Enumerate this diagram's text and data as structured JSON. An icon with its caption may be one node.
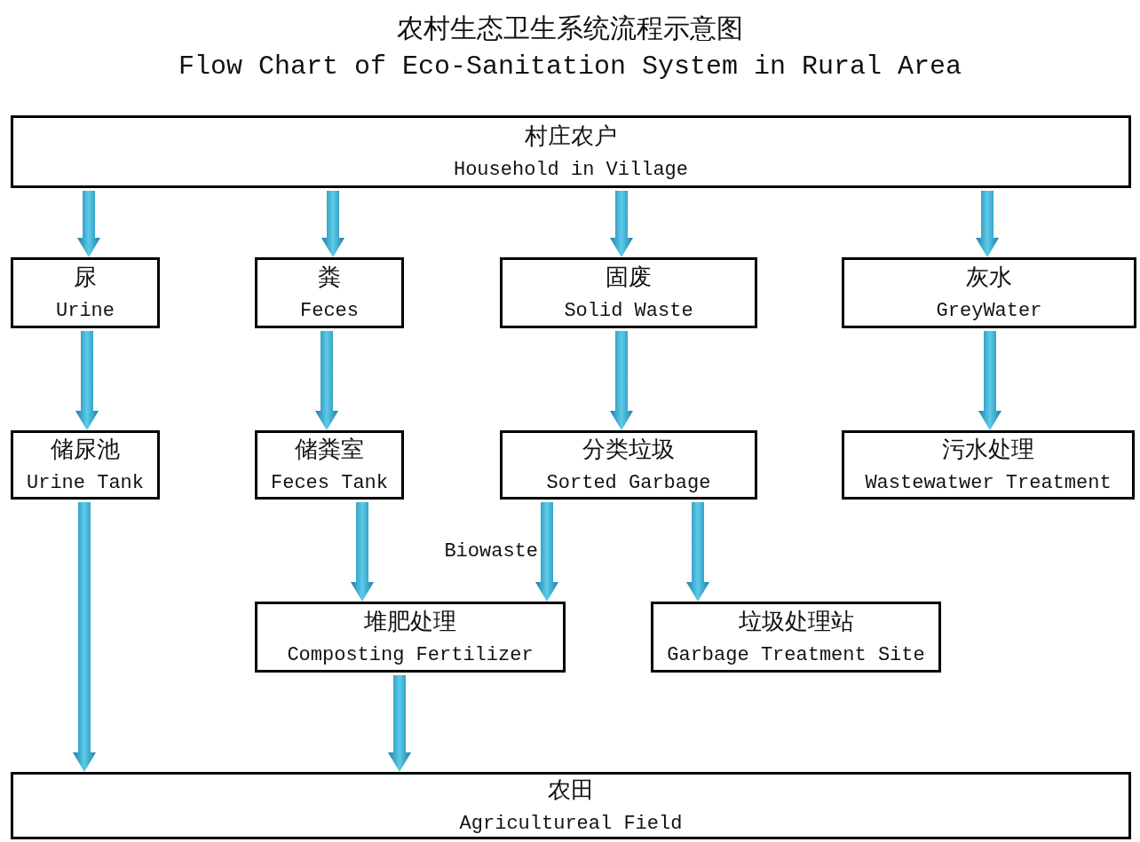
{
  "diagram": {
    "title": "农村生态卫生系统流程示意图",
    "caption": "Flow Chart of Eco-Sanitation System in Rural Area",
    "nodes": [
      {
        "text": [
          "村庄农户",
          "Household in Village"
        ]
      },
      {
        "text": [
          "尿",
          "Urine"
        ]
      },
      {
        "text": [
          "粪",
          "Feces"
        ]
      },
      {
        "text": [
          "固废",
          "Solid Waste"
        ]
      },
      {
        "text": [
          "灰水",
          "GreyWater"
        ]
      },
      {
        "text": [
          "储尿池",
          "Urine Tank"
        ]
      },
      {
        "text": [
          "储粪室",
          "Feces Tank"
        ]
      },
      {
        "text": [
          "分类垃圾",
          "Sorted Garbage"
        ]
      },
      {
        "text": [
          "污水处理",
          "Wastewatwer Treatment"
        ]
      },
      {
        "text": [
          "堆肥处理",
          "Composting Fertilizer"
        ]
      },
      {
        "text": [
          "垃圾处理站",
          "Garbage Treatment Site"
        ]
      },
      {
        "text": [
          "农田",
          "Agricultureal Field"
        ]
      }
    ],
    "edges": [
      {
        "from": 0,
        "to": 1,
        "arrow": "to"
      },
      {
        "from": 0,
        "to": 2,
        "arrow": "to"
      },
      {
        "from": 0,
        "to": 3,
        "arrow": "to"
      },
      {
        "from": 0,
        "to": 4,
        "arrow": "to"
      },
      {
        "from": 1,
        "to": 5,
        "arrow": "to"
      },
      {
        "from": 2,
        "to": 6,
        "arrow": "to"
      },
      {
        "from": 3,
        "to": 7,
        "arrow": "to"
      },
      {
        "from": 4,
        "to": 8,
        "arrow": "to"
      },
      {
        "from": 5,
        "to": 11,
        "arrow": "to"
      },
      {
        "from": 6,
        "to": 9,
        "arrow": "to"
      },
      {
        "from": 7,
        "to": 9,
        "arrow": "to",
        "label": "Biowaste"
      },
      {
        "from": 7,
        "to": 10,
        "arrow": "to"
      },
      {
        "from": 9,
        "to": 11,
        "arrow": "to"
      }
    ]
  }
}
